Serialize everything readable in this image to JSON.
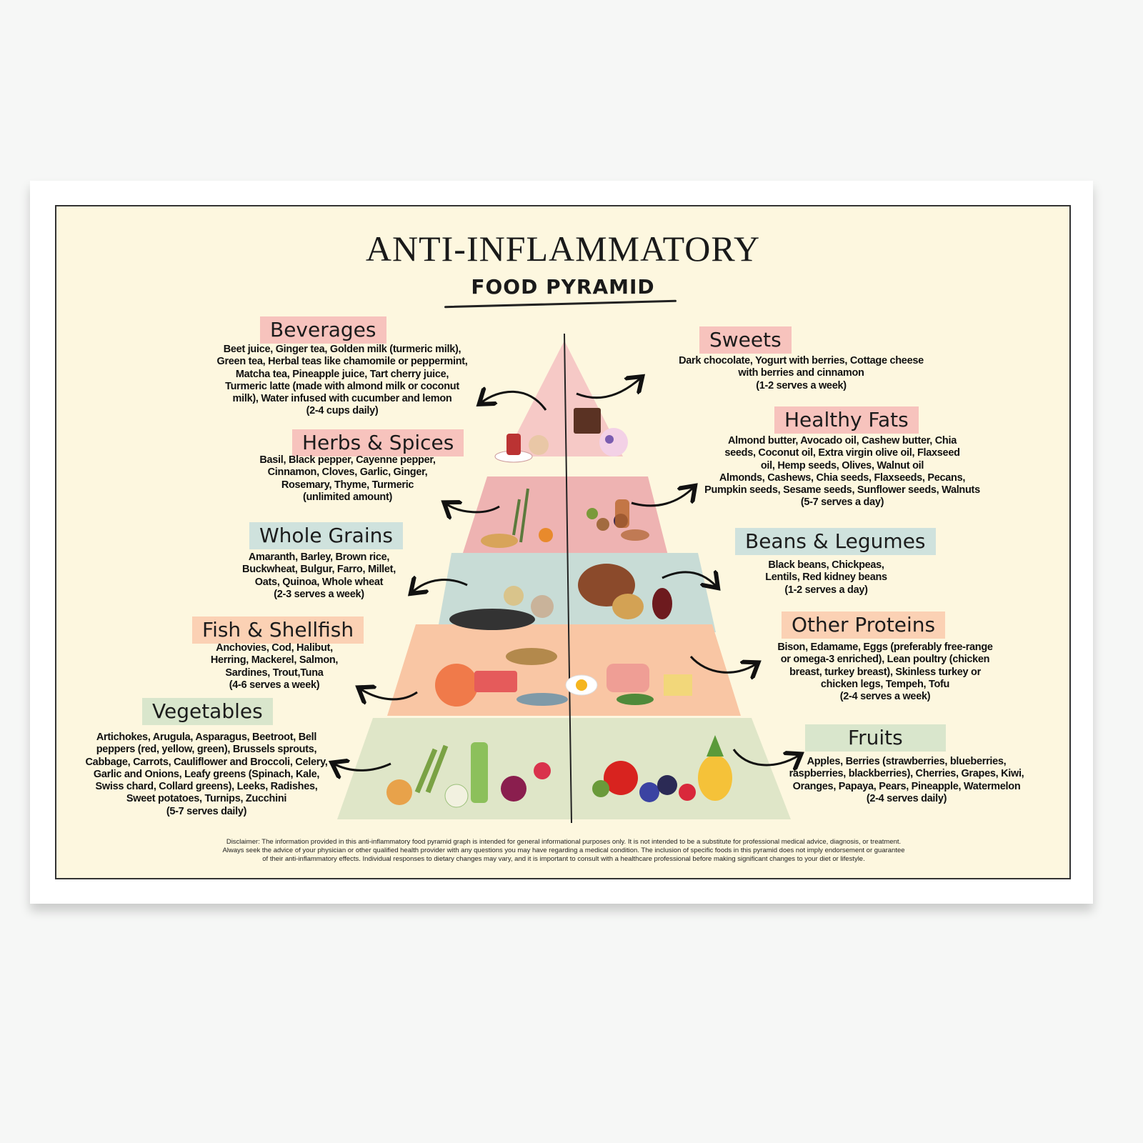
{
  "title": "ANTI-INFLAMMATORY",
  "subtitle": "FOOD PYRAMID",
  "colors": {
    "poster_bg": "#fdf7df",
    "tier1": "#f6c9c6",
    "tier2": "#eeb3b2",
    "tier3": "#c8dcd6",
    "tier4": "#f9c6a4",
    "tier5": "#dfe6c8"
  },
  "groups": {
    "beverages": {
      "label": "Beverages",
      "lines": [
        "Beet juice, Ginger tea, Golden milk (turmeric milk),",
        "Green tea, Herbal teas like chamomile or peppermint,",
        "Matcha tea, Pineapple juice, Tart cherry juice,",
        "Turmeric latte (made with almond milk or coconut",
        "milk), Water infused with cucumber and lemon",
        "(2-4 cups daily)"
      ]
    },
    "sweets": {
      "label": "Sweets",
      "lines": [
        "Dark chocolate, Yogurt with berries, Cottage cheese",
        "with berries and cinnamon",
        "(1-2 serves a week)"
      ]
    },
    "herbs": {
      "label": "Herbs & Spices",
      "lines": [
        "Basil, Black pepper, Cayenne pepper,",
        "Cinnamon, Cloves, Garlic, Ginger,",
        "Rosemary, Thyme, Turmeric",
        "(unlimited amount)"
      ]
    },
    "fats": {
      "label": "Healthy Fats",
      "lines": [
        "Almond butter, Avocado oil, Cashew butter, Chia",
        "seeds, Coconut oil, Extra virgin olive oil, Flaxseed",
        "oil, Hemp seeds, Olives, Walnut oil",
        "Almonds, Cashews, Chia seeds, Flaxseeds, Pecans,",
        "Pumpkin seeds, Sesame seeds, Sunflower seeds, Walnuts",
        "(5-7 serves a day)"
      ]
    },
    "grains": {
      "label": "Whole Grains",
      "lines": [
        "Amaranth, Barley, Brown rice,",
        "Buckwheat, Bulgur, Farro, Millet,",
        "Oats, Quinoa, Whole wheat",
        "(2-3 serves a week)"
      ]
    },
    "beans": {
      "label": "Beans & Legumes",
      "lines": [
        "Black beans, Chickpeas,",
        "Lentils, Red kidney beans",
        "(1-2 serves a day)"
      ]
    },
    "fish": {
      "label": "Fish & Shellfish",
      "lines": [
        "Anchovies, Cod, Halibut,",
        "Herring, Mackerel, Salmon,",
        "Sardines, Trout,Tuna",
        "(4-6 serves a week)"
      ]
    },
    "proteins": {
      "label": "Other Proteins",
      "lines": [
        "Bison, Edamame, Eggs (preferably free-range",
        "or omega-3 enriched), Lean poultry (chicken",
        "breast, turkey breast), Skinless turkey or",
        "chicken legs, Tempeh, Tofu",
        "(2-4 serves a week)"
      ]
    },
    "vegetables": {
      "label": "Vegetables",
      "lines": [
        "Artichokes, Arugula, Asparagus, Beetroot, Bell",
        "peppers (red, yellow, green), Brussels sprouts,",
        "Cabbage, Carrots, Cauliflower and Broccoli, Celery,",
        "Garlic and Onions, Leafy greens (Spinach, Kale,",
        "Swiss chard, Collard greens), Leeks, Radishes,",
        "Sweet potatoes, Turnips, Zucchini",
        "(5-7 serves daily)"
      ]
    },
    "fruits": {
      "label": "Fruits",
      "lines": [
        "Apples, Berries (strawberries, blueberries,",
        "raspberries, blackberries), Cherries, Grapes, Kiwi,",
        "Oranges, Papaya, Pears, Pineapple, Watermelon",
        "(2-4 serves daily)"
      ]
    }
  },
  "disclaimer": [
    "Disclaimer: The information provided in this anti-inflammatory food pyramid graph is intended for general informational purposes only. It is not intended to be a substitute for professional medical advice, diagnosis, or treatment.",
    "Always seek the advice of your physician or other qualified health provider with any questions you may have regarding a medical condition. The inclusion of specific foods in this pyramid does not imply endorsement or guarantee",
    "of their anti-inflammatory effects. Individual responses to dietary changes may vary, and it is important to consult with a healthcare professional before making significant changes to your diet or lifestyle."
  ]
}
